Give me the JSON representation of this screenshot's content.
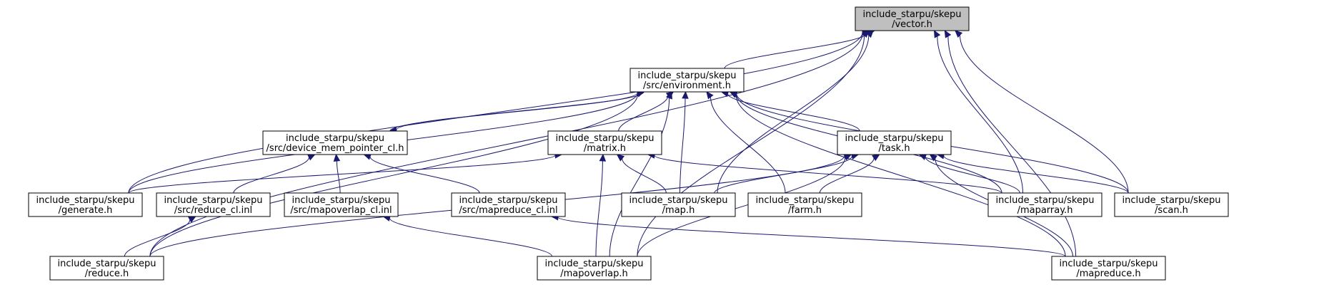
{
  "colors": {
    "edge": "#191970",
    "node_fill": "#ffffff",
    "root_fill": "#bfbfbf",
    "node_stroke": "#000000"
  },
  "nodes": [
    {
      "id": "vector",
      "line1": "include_starpu/skepu",
      "line2": "/vector.h",
      "root": true
    },
    {
      "id": "environment",
      "line1": "include_starpu/skepu",
      "line2": "/src/environment.h"
    },
    {
      "id": "device_mem",
      "line1": "include_starpu/skepu",
      "line2": "/src/device_mem_pointer_cl.h"
    },
    {
      "id": "matrix",
      "line1": "include_starpu/skepu",
      "line2": "/matrix.h"
    },
    {
      "id": "task",
      "line1": "include_starpu/skepu",
      "line2": "/task.h"
    },
    {
      "id": "generate",
      "line1": "include_starpu/skepu",
      "line2": "/generate.h"
    },
    {
      "id": "reduce_cl",
      "line1": "include_starpu/skepu",
      "line2": "/src/reduce_cl.inl"
    },
    {
      "id": "mapoverlap_cl",
      "line1": "include_starpu/skepu",
      "line2": "/src/mapoverlap_cl.inl"
    },
    {
      "id": "mapreduce_cl",
      "line1": "include_starpu/skepu",
      "line2": "/src/mapreduce_cl.inl"
    },
    {
      "id": "map",
      "line1": "include_starpu/skepu",
      "line2": "/map.h"
    },
    {
      "id": "farm",
      "line1": "include_starpu/skepu",
      "line2": "/farm.h"
    },
    {
      "id": "maparray",
      "line1": "include_starpu/skepu",
      "line2": "/maparray.h"
    },
    {
      "id": "scan",
      "line1": "include_starpu/skepu",
      "line2": "/scan.h"
    },
    {
      "id": "reduce",
      "line1": "include_starpu/skepu",
      "line2": "/reduce.h"
    },
    {
      "id": "mapoverlap",
      "line1": "include_starpu/skepu",
      "line2": "/mapoverlap.h"
    },
    {
      "id": "mapreduce",
      "line1": "include_starpu/skepu",
      "line2": "/mapreduce.h"
    }
  ],
  "edges": [
    {
      "from": "environment",
      "to": "vector"
    },
    {
      "from": "map",
      "to": "vector"
    },
    {
      "from": "maparray",
      "to": "vector"
    },
    {
      "from": "scan",
      "to": "vector"
    },
    {
      "from": "generate",
      "to": "vector"
    },
    {
      "from": "reduce",
      "to": "vector"
    },
    {
      "from": "mapoverlap",
      "to": "vector"
    },
    {
      "from": "mapreduce",
      "to": "vector"
    },
    {
      "from": "device_mem",
      "to": "environment"
    },
    {
      "from": "matrix",
      "to": "environment"
    },
    {
      "from": "task",
      "to": "environment"
    },
    {
      "from": "map",
      "to": "environment"
    },
    {
      "from": "farm",
      "to": "environment"
    },
    {
      "from": "maparray",
      "to": "environment"
    },
    {
      "from": "scan",
      "to": "environment"
    },
    {
      "from": "generate",
      "to": "environment"
    },
    {
      "from": "reduce",
      "to": "environment"
    },
    {
      "from": "mapoverlap",
      "to": "environment"
    },
    {
      "from": "mapreduce",
      "to": "environment"
    },
    {
      "from": "environment",
      "to": "device_mem"
    },
    {
      "from": "reduce_cl",
      "to": "device_mem"
    },
    {
      "from": "mapoverlap_cl",
      "to": "device_mem"
    },
    {
      "from": "mapreduce_cl",
      "to": "device_mem"
    },
    {
      "from": "generate",
      "to": "matrix"
    },
    {
      "from": "map",
      "to": "matrix"
    },
    {
      "from": "mapoverlap",
      "to": "matrix"
    },
    {
      "from": "maparray",
      "to": "matrix"
    },
    {
      "from": "map",
      "to": "task"
    },
    {
      "from": "farm",
      "to": "task"
    },
    {
      "from": "maparray",
      "to": "task"
    },
    {
      "from": "scan",
      "to": "task"
    },
    {
      "from": "reduce",
      "to": "task"
    },
    {
      "from": "mapoverlap",
      "to": "task"
    },
    {
      "from": "mapreduce",
      "to": "task"
    },
    {
      "from": "reduce",
      "to": "reduce_cl"
    },
    {
      "from": "mapoverlap",
      "to": "mapoverlap_cl"
    },
    {
      "from": "mapreduce",
      "to": "mapreduce_cl"
    }
  ]
}
